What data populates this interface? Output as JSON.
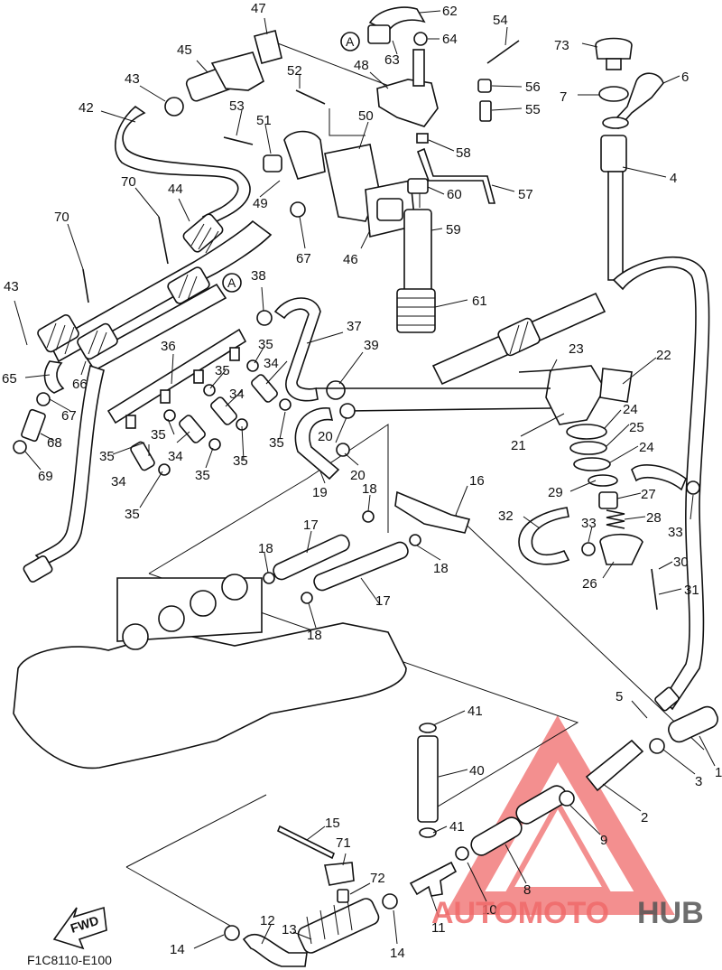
{
  "diagram": {
    "drawing_code": "F1C8110-E100",
    "direction_arrow": "FWD",
    "connector_label": "A",
    "watermark": {
      "text_colored": "AUTOMOTO",
      "text_dark": "HUB",
      "colors": {
        "accent": "#ef6a6a",
        "dark": "#555555"
      }
    },
    "callouts": [
      {
        "id": "c1",
        "text": "1"
      },
      {
        "id": "c2",
        "text": "2"
      },
      {
        "id": "c3",
        "text": "3"
      },
      {
        "id": "c4",
        "text": "4"
      },
      {
        "id": "c5",
        "text": "5"
      },
      {
        "id": "c6",
        "text": "6"
      },
      {
        "id": "c7",
        "text": "7"
      },
      {
        "id": "c8",
        "text": "8"
      },
      {
        "id": "c9",
        "text": "9"
      },
      {
        "id": "c10",
        "text": "10"
      },
      {
        "id": "c11",
        "text": "11"
      },
      {
        "id": "c12",
        "text": "12"
      },
      {
        "id": "c13",
        "text": "13"
      },
      {
        "id": "c14a",
        "text": "14"
      },
      {
        "id": "c14b",
        "text": "14"
      },
      {
        "id": "c15",
        "text": "15"
      },
      {
        "id": "c16",
        "text": "16"
      },
      {
        "id": "c17a",
        "text": "17"
      },
      {
        "id": "c17b",
        "text": "17"
      },
      {
        "id": "c18a",
        "text": "18"
      },
      {
        "id": "c18b",
        "text": "18"
      },
      {
        "id": "c18c",
        "text": "18"
      },
      {
        "id": "c18d",
        "text": "18"
      },
      {
        "id": "c19",
        "text": "19"
      },
      {
        "id": "c20a",
        "text": "20"
      },
      {
        "id": "c20b",
        "text": "20"
      },
      {
        "id": "c21",
        "text": "21"
      },
      {
        "id": "c22",
        "text": "22"
      },
      {
        "id": "c23",
        "text": "23"
      },
      {
        "id": "c24a",
        "text": "24"
      },
      {
        "id": "c24b",
        "text": "24"
      },
      {
        "id": "c25",
        "text": "25"
      },
      {
        "id": "c26",
        "text": "26"
      },
      {
        "id": "c27",
        "text": "27"
      },
      {
        "id": "c28",
        "text": "28"
      },
      {
        "id": "c29",
        "text": "29"
      },
      {
        "id": "c30",
        "text": "30"
      },
      {
        "id": "c31",
        "text": "31"
      },
      {
        "id": "c32",
        "text": "32"
      },
      {
        "id": "c33a",
        "text": "33"
      },
      {
        "id": "c33b",
        "text": "33"
      },
      {
        "id": "c34a",
        "text": "34"
      },
      {
        "id": "c34b",
        "text": "34"
      },
      {
        "id": "c34c",
        "text": "34"
      },
      {
        "id": "c34d",
        "text": "34"
      },
      {
        "id": "c35a",
        "text": "35"
      },
      {
        "id": "c35b",
        "text": "35"
      },
      {
        "id": "c35c",
        "text": "35"
      },
      {
        "id": "c35d",
        "text": "35"
      },
      {
        "id": "c35e",
        "text": "35"
      },
      {
        "id": "c35f",
        "text": "35"
      },
      {
        "id": "c35g",
        "text": "35"
      },
      {
        "id": "c35h",
        "text": "35"
      },
      {
        "id": "c36",
        "text": "36"
      },
      {
        "id": "c37",
        "text": "37"
      },
      {
        "id": "c38",
        "text": "38"
      },
      {
        "id": "c39",
        "text": "39"
      },
      {
        "id": "c40",
        "text": "40"
      },
      {
        "id": "c41a",
        "text": "41"
      },
      {
        "id": "c41b",
        "text": "41"
      },
      {
        "id": "c42",
        "text": "42"
      },
      {
        "id": "c43a",
        "text": "43"
      },
      {
        "id": "c43b",
        "text": "43"
      },
      {
        "id": "c44",
        "text": "44"
      },
      {
        "id": "c45",
        "text": "45"
      },
      {
        "id": "c46",
        "text": "46"
      },
      {
        "id": "c47",
        "text": "47"
      },
      {
        "id": "c48",
        "text": "48"
      },
      {
        "id": "c49",
        "text": "49"
      },
      {
        "id": "c50",
        "text": "50"
      },
      {
        "id": "c51",
        "text": "51"
      },
      {
        "id": "c52",
        "text": "52"
      },
      {
        "id": "c53",
        "text": "53"
      },
      {
        "id": "c54",
        "text": "54"
      },
      {
        "id": "c55",
        "text": "55"
      },
      {
        "id": "c56",
        "text": "56"
      },
      {
        "id": "c57",
        "text": "57"
      },
      {
        "id": "c58",
        "text": "58"
      },
      {
        "id": "c59",
        "text": "59"
      },
      {
        "id": "c60",
        "text": "60"
      },
      {
        "id": "c61",
        "text": "61"
      },
      {
        "id": "c62",
        "text": "62"
      },
      {
        "id": "c63",
        "text": "63"
      },
      {
        "id": "c64",
        "text": "64"
      },
      {
        "id": "c65",
        "text": "65"
      },
      {
        "id": "c66",
        "text": "66"
      },
      {
        "id": "c67a",
        "text": "67"
      },
      {
        "id": "c67b",
        "text": "67"
      },
      {
        "id": "c68",
        "text": "68"
      },
      {
        "id": "c69",
        "text": "69"
      },
      {
        "id": "c70a",
        "text": "70"
      },
      {
        "id": "c70b",
        "text": "70"
      },
      {
        "id": "c71",
        "text": "71"
      },
      {
        "id": "c72",
        "text": "72"
      },
      {
        "id": "c73",
        "text": "73"
      }
    ]
  }
}
